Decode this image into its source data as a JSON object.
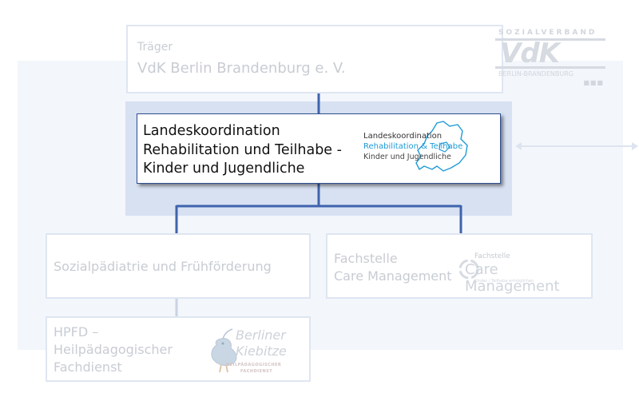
{
  "traeger": {
    "label": "Träger",
    "name": "VdK Berlin Brandenburg e. V.",
    "logo_top": "SOZIALVERBAND",
    "logo_word": "VdK",
    "logo_sub": "BERLIN-BRANDENBURG",
    "logo_dots": "■■■"
  },
  "main_node": {
    "line1": "Landeskoordination",
    "line2": "Rehabilitation und Teilhabe -",
    "line3": "Kinder und Jugendliche",
    "logo_line1": "Landeskoordination",
    "logo_line2": "Rehabilitation & Teilhabe",
    "logo_line3": "Kinder und Jugendliche"
  },
  "sozial": {
    "text": "Sozialpädiatrie und Frühförderung"
  },
  "care": {
    "line1": "Fachstelle",
    "line2": "Care Management",
    "logo_fach": "Fachstelle",
    "logo_main": "Care Management",
    "logo_sub": "Kinder / Teilhabe ermöglichen"
  },
  "hpfd": {
    "line1": "HPFD –",
    "line2": "Heilpädagogischer",
    "line3": "Fachdienst",
    "logo_line1": "Berliner",
    "logo_line2": "Kiebitze",
    "logo_line3": "HEILPÄDAGOGISCHER",
    "logo_line4": "FACHDIENST"
  },
  "colors": {
    "main_border": "#2f4f8f",
    "connector": "#3f63ad",
    "faded_text": "#c8ccd3",
    "highlight_band": "#d7e1f2",
    "logo_blue": "#1e9ad6"
  }
}
